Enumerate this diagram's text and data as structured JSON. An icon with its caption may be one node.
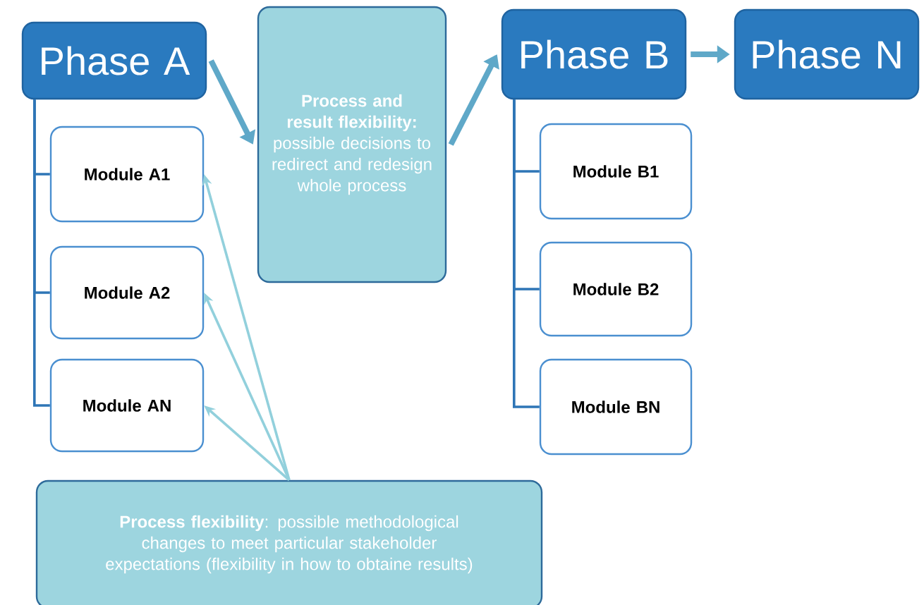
{
  "diagram": {
    "nodes": [
      {
        "text": [
          "Phase A"
        ]
      },
      {
        "text": [
          "**Process and result flexibility:** possible decisions to redirect and redesign whole process"
        ]
      },
      {
        "text": [
          "Phase B"
        ]
      },
      {
        "text": [
          "Phase N"
        ]
      },
      {
        "text": [
          "Module A1"
        ]
      },
      {
        "text": [
          "Module A2"
        ]
      },
      {
        "text": [
          "Module AN"
        ]
      },
      {
        "text": [
          "Module B1"
        ]
      },
      {
        "text": [
          "Module B2"
        ]
      },
      {
        "text": [
          "Module BN"
        ]
      },
      {
        "text": [
          "**Process flexibility**: possible methodological changes to meet particular stakeholder expectations (flexibility in how to obtaine results)"
        ]
      }
    ],
    "edges": [
      {
        "from": 0,
        "to": 1,
        "arrow": "to",
        "style": "thick",
        "color": "#5fa8c8"
      },
      {
        "from": 1,
        "to": 2,
        "arrow": "to",
        "style": "thick",
        "color": "#5fa8c8"
      },
      {
        "from": 2,
        "to": 3,
        "arrow": "to",
        "style": "thick",
        "color": "#5fa8c8"
      },
      {
        "from": 0,
        "to": 4,
        "arrow": "none"
      },
      {
        "from": 0,
        "to": 5,
        "arrow": "none"
      },
      {
        "from": 0,
        "to": 6,
        "arrow": "none"
      },
      {
        "from": 2,
        "to": 7,
        "arrow": "none"
      },
      {
        "from": 2,
        "to": 8,
        "arrow": "none"
      },
      {
        "from": 2,
        "to": 9,
        "arrow": "none"
      },
      {
        "from": 10,
        "to": 4,
        "arrow": "to",
        "color": "#92d0dc"
      },
      {
        "from": 10,
        "to": 5,
        "arrow": "to",
        "color": "#92d0dc"
      },
      {
        "from": 10,
        "to": 6,
        "arrow": "to",
        "color": "#92d0dc"
      }
    ]
  }
}
